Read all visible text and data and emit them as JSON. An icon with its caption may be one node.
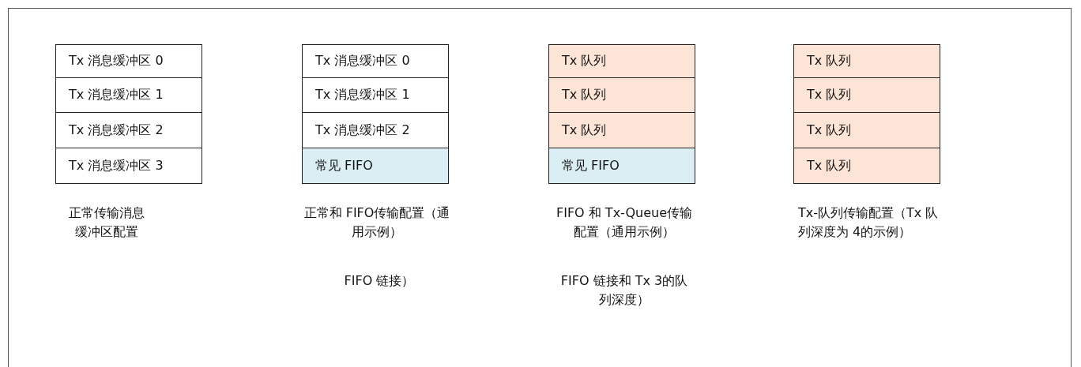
{
  "diagram": {
    "nodes": [
      {
        "text": [
          "Tx 消息缓冲区 0"
        ]
      },
      {
        "text": [
          "Tx 消息缓冲区 1"
        ]
      },
      {
        "text": [
          "Tx 消息缓冲区 2"
        ]
      },
      {
        "text": [
          "Tx 消息缓冲区 3"
        ]
      },
      {
        "text": [
          "Tx 消息缓冲区 0"
        ]
      },
      {
        "text": [
          "Tx 消息缓冲区 1"
        ]
      },
      {
        "text": [
          "Tx 消息缓冲区 2"
        ]
      },
      {
        "text": [
          "常见 FIFO"
        ]
      },
      {
        "text": [
          "Tx 队列"
        ]
      },
      {
        "text": [
          "Tx 队列"
        ]
      },
      {
        "text": [
          "Tx 队列"
        ]
      },
      {
        "text": [
          "常见 FIFO"
        ]
      },
      {
        "text": [
          "Tx 队列"
        ]
      },
      {
        "text": [
          "Tx 队列"
        ]
      },
      {
        "text": [
          "Tx 队列"
        ]
      },
      {
        "text": [
          "Tx 队列"
        ]
      }
    ],
    "labels": [
      "正常传输消息缓冲区配置",
      "正常和 FIFO传输配置（通用示例）",
      "FIFO 链接）",
      "FIFO 和 Tx-Queue传输配置（通用示例）",
      "FIFO 链接和 Tx 3的队列深度）",
      "Tx-队列传输配置（Tx 队列深度为 4的示例）"
    ]
  }
}
